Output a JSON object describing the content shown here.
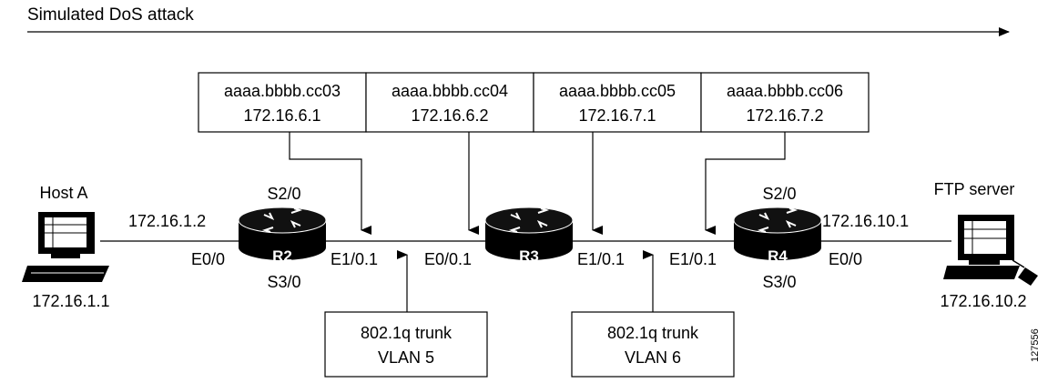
{
  "title": "Simulated DoS attack",
  "mac_boxes": [
    {
      "mac": "aaaa.bbbb.cc03",
      "ip": "172.16.6.1"
    },
    {
      "mac": "aaaa.bbbb.cc04",
      "ip": "172.16.6.2"
    },
    {
      "mac": "aaaa.bbbb.cc05",
      "ip": "172.16.7.1"
    },
    {
      "mac": "aaaa.bbbb.cc06",
      "ip": "172.16.7.2"
    }
  ],
  "host_a": {
    "name": "Host A",
    "ip": "172.16.1.1"
  },
  "ftp_server": {
    "name": "FTP server",
    "ip": "172.16.10.2"
  },
  "routers": {
    "r2": {
      "name": "R2",
      "ip": "172.16.1.2",
      "top_iface": "S2/0",
      "bottom_iface": "S3/0",
      "left_iface": "E0/0",
      "right_iface": "E1/0.1"
    },
    "r3": {
      "name": "R3",
      "left_iface": "E0/0.1",
      "right_iface": "E1/0.1"
    },
    "r4": {
      "name": "R4",
      "ip": "172.16.10.1",
      "top_iface": "S2/0",
      "bottom_iface": "S3/0",
      "left_iface": "E1/0.1",
      "right_iface": "E0/0"
    }
  },
  "trunks": [
    {
      "line1": "802.1q trunk",
      "line2": "VLAN 5"
    },
    {
      "line1": "802.1q trunk",
      "line2": "VLAN 6"
    }
  ],
  "figure_number": "127556"
}
